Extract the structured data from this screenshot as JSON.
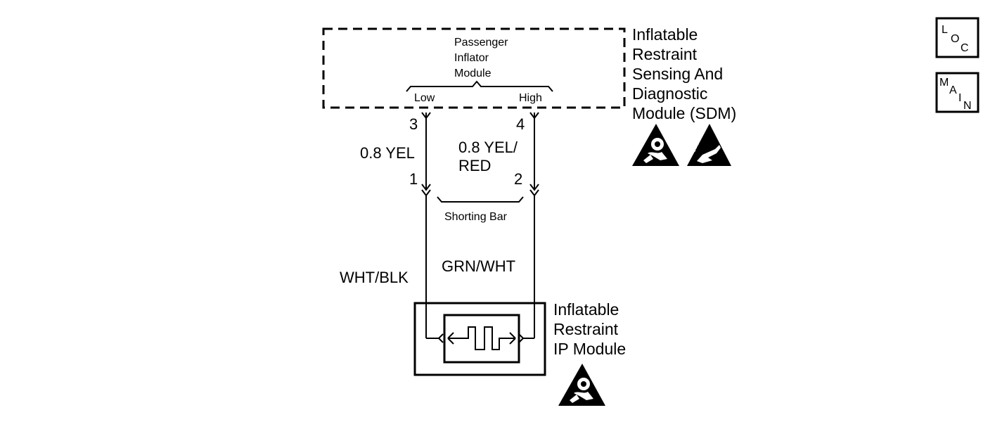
{
  "sdm": {
    "module_name": [
      "Inflatable",
      "Restraint",
      "Sensing And",
      "Diagnostic",
      "Module (SDM)"
    ],
    "component": [
      "Passenger",
      "Inflator",
      "Module"
    ],
    "pin_low_label": "Low",
    "pin_high_label": "High",
    "pin_low": "3",
    "pin_high": "4"
  },
  "wires": {
    "upper_left": "0.8 YEL",
    "upper_right": [
      "0.8 YEL/",
      "RED"
    ],
    "lower_left": "WHT/BLK",
    "lower_right": "GRN/WHT"
  },
  "connector": {
    "pin_left": "1",
    "pin_right": "2",
    "shorting_bar": "Shorting Bar"
  },
  "ip_module": {
    "name": [
      "Inflatable",
      "Restraint",
      "IP Module"
    ]
  },
  "nav": {
    "loc": [
      "L",
      "O",
      "C"
    ],
    "main": [
      "M",
      "A",
      "I",
      "N"
    ]
  },
  "icons": [
    "airbag-warning-icon",
    "esd-warning-icon",
    "airbag-warning-icon"
  ]
}
